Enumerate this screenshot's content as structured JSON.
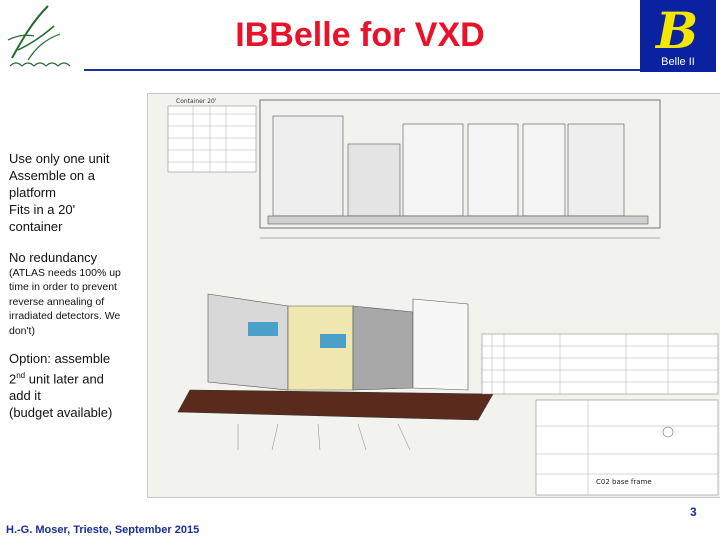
{
  "header": {
    "title": "IBBelle for VXD"
  },
  "logo_right": {
    "subtitle": "Belle II"
  },
  "left_text": {
    "block1": [
      "Use only one unit",
      "Assemble on a",
      "platform",
      "Fits in a 20'",
      "container"
    ],
    "block2": "No redundancy",
    "block3": [
      "(ATLAS needs 100% up",
      "time in order to prevent",
      "reverse annealing of",
      "irradiated detectors. We",
      "don't)"
    ],
    "block4_line1": "Option: assemble",
    "block4_sup_pre": "2",
    "block4_sup": "nd",
    "block4_sup_post": " unit later and",
    "block4_rest": [
      "add it",
      "(budget available)"
    ]
  },
  "drawing": {
    "header": "Container 20'",
    "bottom_title": "C02 base frame"
  },
  "footer": {
    "author": "H.-G. Moser,  Trieste, September 2015",
    "page": "3"
  }
}
